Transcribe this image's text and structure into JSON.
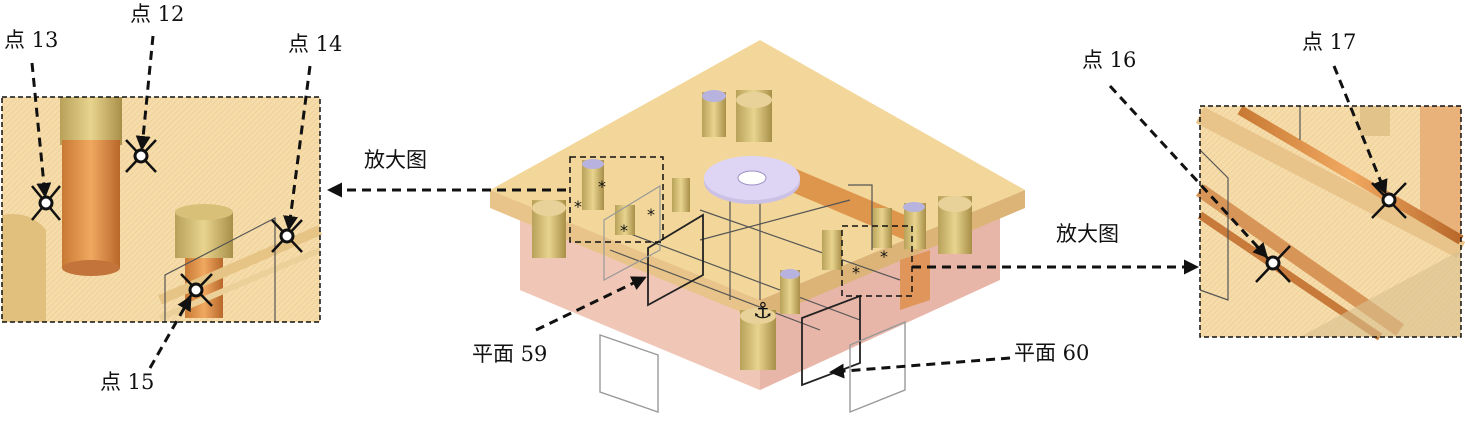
{
  "labels": {
    "point12": "点 12",
    "point13": "点 13",
    "point14": "点 14",
    "point15": "点 15",
    "point16": "点 16",
    "point17": "点 17",
    "zoom_left": "放大图",
    "zoom_right": "放大图",
    "plane59": "平面 59",
    "plane60": "平面 60"
  },
  "colors": {
    "plate_top": "#f3d79a",
    "plate_side": "#e9c48a",
    "base": "#e8b6a8",
    "copper": "#d98a3e",
    "boss": "#cbc0e6",
    "inset_bg": "#f6dcaa"
  }
}
